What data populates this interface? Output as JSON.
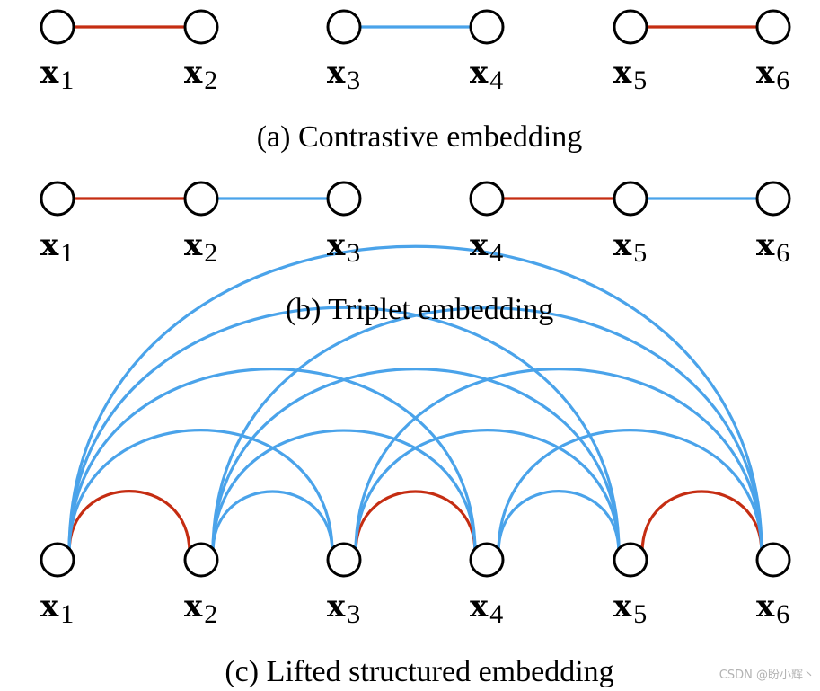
{
  "colors": {
    "positive": "#c52d12",
    "negative": "#4aa3ea",
    "node_stroke": "#000000",
    "node_fill": "#ffffff"
  },
  "panels": [
    {
      "id": "a",
      "caption": "(a) Contrastive embedding",
      "nodes": [
        {
          "id": "x1",
          "var": "x",
          "sub": "1"
        },
        {
          "id": "x2",
          "var": "x",
          "sub": "2"
        },
        {
          "id": "x3",
          "var": "x",
          "sub": "3"
        },
        {
          "id": "x4",
          "var": "x",
          "sub": "4"
        },
        {
          "id": "x5",
          "var": "x",
          "sub": "5"
        },
        {
          "id": "x6",
          "var": "x",
          "sub": "6"
        }
      ],
      "edges": [
        {
          "from": "x1",
          "to": "x2",
          "kind": "positive"
        },
        {
          "from": "x3",
          "to": "x4",
          "kind": "negative"
        },
        {
          "from": "x5",
          "to": "x6",
          "kind": "positive"
        }
      ]
    },
    {
      "id": "b",
      "caption": "(b) Triplet embedding",
      "nodes": [
        {
          "id": "x1",
          "var": "x",
          "sub": "1"
        },
        {
          "id": "x2",
          "var": "x",
          "sub": "2"
        },
        {
          "id": "x3",
          "var": "x",
          "sub": "3"
        },
        {
          "id": "x4",
          "var": "x",
          "sub": "4"
        },
        {
          "id": "x5",
          "var": "x",
          "sub": "5"
        },
        {
          "id": "x6",
          "var": "x",
          "sub": "6"
        }
      ],
      "edges": [
        {
          "from": "x1",
          "to": "x2",
          "kind": "positive"
        },
        {
          "from": "x2",
          "to": "x3",
          "kind": "negative"
        },
        {
          "from": "x4",
          "to": "x5",
          "kind": "positive"
        },
        {
          "from": "x5",
          "to": "x6",
          "kind": "negative"
        }
      ]
    },
    {
      "id": "c",
      "caption": "(c) Lifted structured embedding",
      "nodes": [
        {
          "id": "x1",
          "var": "x",
          "sub": "1"
        },
        {
          "id": "x2",
          "var": "x",
          "sub": "2"
        },
        {
          "id": "x3",
          "var": "x",
          "sub": "3"
        },
        {
          "id": "x4",
          "var": "x",
          "sub": "4"
        },
        {
          "id": "x5",
          "var": "x",
          "sub": "5"
        },
        {
          "id": "x6",
          "var": "x",
          "sub": "6"
        }
      ],
      "edges": [
        {
          "from": "x1",
          "to": "x2",
          "kind": "positive"
        },
        {
          "from": "x3",
          "to": "x4",
          "kind": "positive"
        },
        {
          "from": "x5",
          "to": "x6",
          "kind": "positive"
        },
        {
          "from": "x1",
          "to": "x3",
          "kind": "negative"
        },
        {
          "from": "x1",
          "to": "x4",
          "kind": "negative"
        },
        {
          "from": "x1",
          "to": "x5",
          "kind": "negative"
        },
        {
          "from": "x1",
          "to": "x6",
          "kind": "negative"
        },
        {
          "from": "x2",
          "to": "x3",
          "kind": "negative"
        },
        {
          "from": "x2",
          "to": "x4",
          "kind": "negative"
        },
        {
          "from": "x2",
          "to": "x5",
          "kind": "negative"
        },
        {
          "from": "x2",
          "to": "x6",
          "kind": "negative"
        },
        {
          "from": "x3",
          "to": "x5",
          "kind": "negative"
        },
        {
          "from": "x3",
          "to": "x6",
          "kind": "negative"
        },
        {
          "from": "x4",
          "to": "x5",
          "kind": "negative"
        },
        {
          "from": "x4",
          "to": "x6",
          "kind": "negative"
        }
      ]
    }
  ],
  "watermark": "CSDN @盼小辉丶"
}
